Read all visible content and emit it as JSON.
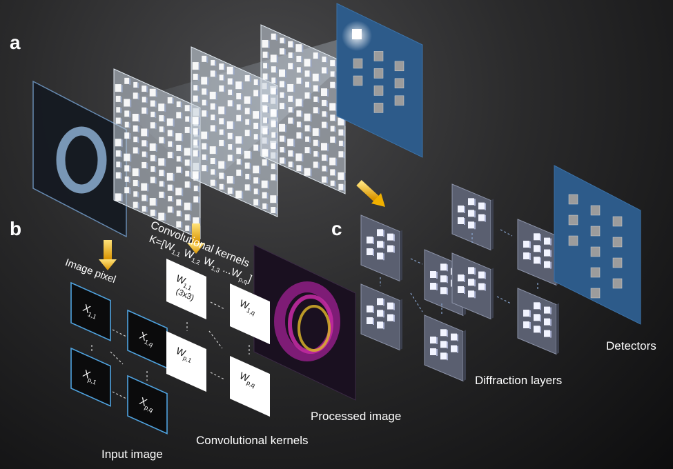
{
  "panels": {
    "a": "a",
    "b": "b",
    "c": "c"
  },
  "labels": {
    "image_pixel": "Image pixel",
    "conv_kernels_top": "Convolutional kernels",
    "conv_kernels_formula": "K=[W1,1 W1,2 W1,3 ...Wp,q]",
    "input_image": "Input image",
    "conv_kernels_bottom": "Convolutional kernels",
    "processed_image": "Processed image",
    "diffraction_layers": "Diffraction layers",
    "detectors": "Detectors"
  },
  "pixels": [
    {
      "main": "X",
      "sub": "1,1"
    },
    {
      "main": "X",
      "sub": "1,q"
    },
    {
      "main": "X",
      "sub": "p,1"
    },
    {
      "main": "X",
      "sub": "p,q"
    }
  ],
  "kernels": [
    {
      "main": "W",
      "sub": "1,1",
      "extra": "(3x3)"
    },
    {
      "main": "W",
      "sub": "1,q",
      "extra": ""
    },
    {
      "main": "W",
      "sub": "p,1",
      "extra": ""
    },
    {
      "main": "W",
      "sub": "p,q",
      "extra": ""
    }
  ],
  "colors": {
    "detector_blue": "#2d5b8a",
    "arrow_gold": "#f5b800",
    "pixel_border": "#4fa3e0",
    "processed_magenta": "#b0269a",
    "processed_yellow": "#d8b12a"
  }
}
